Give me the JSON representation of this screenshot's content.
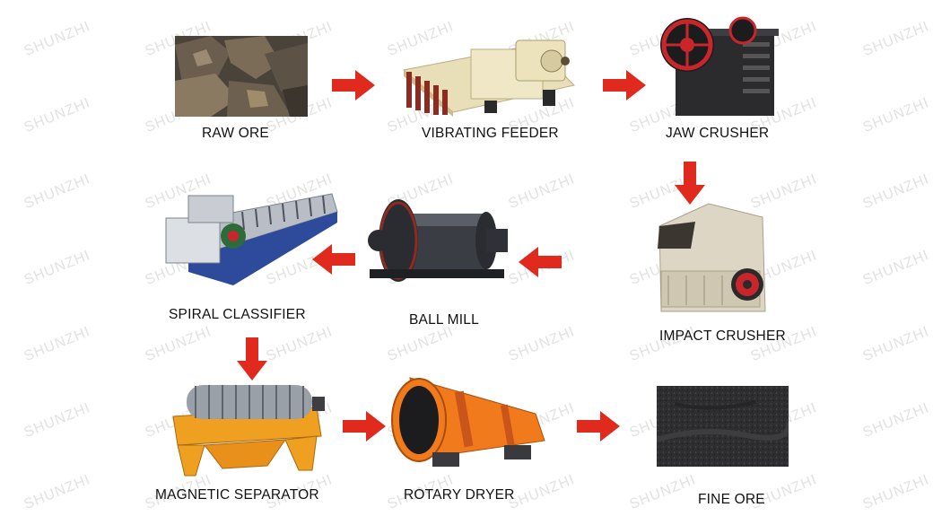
{
  "watermark": "SHUNZHI",
  "steps": [
    {
      "label": "RAW ORE"
    },
    {
      "label": "VIBRATING FEEDER"
    },
    {
      "label": "JAW CRUSHER"
    },
    {
      "label": "IMPACT CRUSHER"
    },
    {
      "label": "BALL MILL"
    },
    {
      "label": "SPIRAL CLASSIFIER"
    },
    {
      "label": "MAGNETIC SEPARATOR"
    },
    {
      "label": "ROTARY DRYER"
    },
    {
      "label": "FINE ORE"
    }
  ],
  "colors": {
    "arrow": "#e02a1e",
    "feeder_body": "#e8dfb8",
    "feeder_frame": "#8e2a1f",
    "jaw_body": "#2b2b2e",
    "wheel_red": "#c8262b",
    "impact_body": "#ddd6c4",
    "ball_mill_body": "#3a3d44",
    "classifier_body": "#b9bec6",
    "classifier_base": "#2d4b9a",
    "separator_frame": "#f0a020",
    "dryer_body": "#f07a1c",
    "fine_ore": "#2e2e30"
  }
}
